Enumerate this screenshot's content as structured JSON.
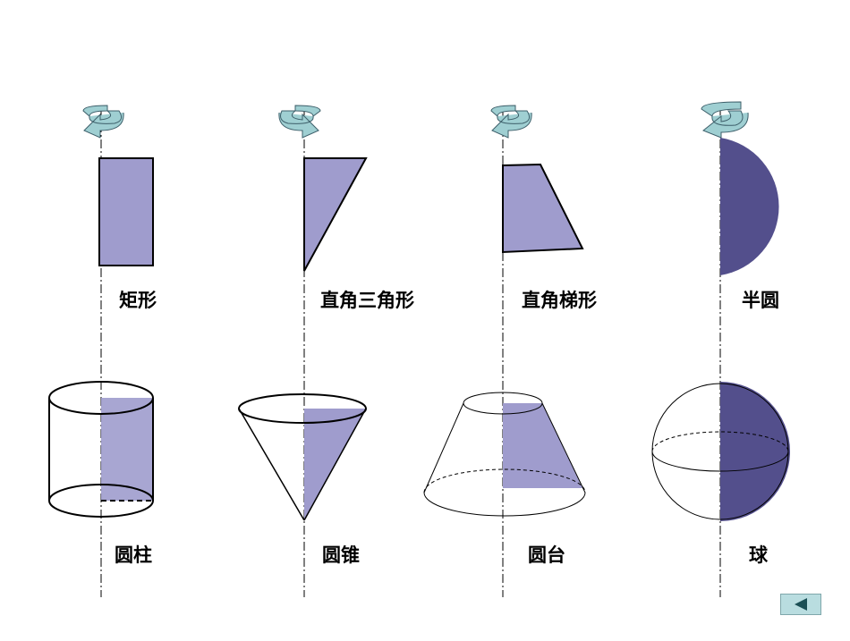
{
  "colors": {
    "shape_fill": "#9f9ccd",
    "hemisphere_fill": "#534f8c",
    "arrow_fill": "#9fcfd2",
    "arrow_stroke": "#3d5f6a"
  },
  "plane_shapes": [
    {
      "name": "rectangle",
      "label": "矩形"
    },
    {
      "name": "right-triangle",
      "label": "直角三角形"
    },
    {
      "name": "right-trapezoid",
      "label": "直角梯形"
    },
    {
      "name": "semicircle",
      "label": "半圆"
    }
  ],
  "solids": [
    {
      "name": "cylinder",
      "label": "圆柱"
    },
    {
      "name": "cone",
      "label": "圆锥"
    },
    {
      "name": "frustum",
      "label": "圆台"
    },
    {
      "name": "sphere",
      "label": "球"
    }
  ],
  "nav": {
    "back_icon": "triangle-left-icon"
  }
}
